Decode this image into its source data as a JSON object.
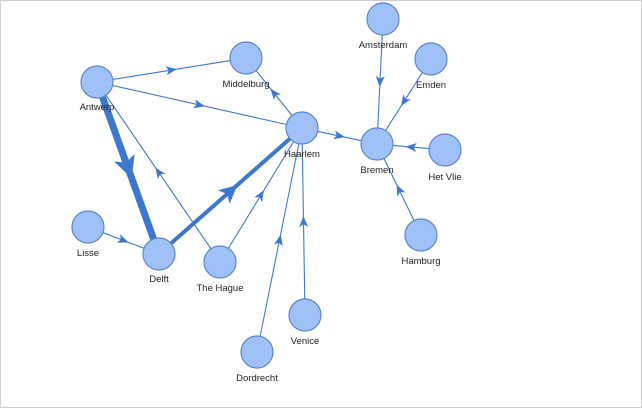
{
  "graph": {
    "colors": {
      "node_fill": "#9fc1f7",
      "node_stroke": "#5b86c8",
      "edge": "#3d78d0",
      "label": "#222222"
    },
    "nodes": [
      {
        "id": "antwerp",
        "label": "Antwerp"
      },
      {
        "id": "middelburg",
        "label": "Middelburg"
      },
      {
        "id": "haarlem",
        "label": "Haarlem"
      },
      {
        "id": "amsterdam",
        "label": "Amsterdam"
      },
      {
        "id": "emden",
        "label": "Emden"
      },
      {
        "id": "bremen",
        "label": "Bremen"
      },
      {
        "id": "hetvlie",
        "label": "Het Vlie"
      },
      {
        "id": "hamburg",
        "label": "Hamburg"
      },
      {
        "id": "lisse",
        "label": "Lisse"
      },
      {
        "id": "delft",
        "label": "Delft"
      },
      {
        "id": "thehague",
        "label": "The Hague"
      },
      {
        "id": "venice",
        "label": "Venice"
      },
      {
        "id": "dordrecht",
        "label": "Dordrecht"
      }
    ],
    "edges": [
      {
        "from": "antwerp",
        "to": "middelburg",
        "weight": 1
      },
      {
        "from": "antwerp",
        "to": "haarlem",
        "weight": 1
      },
      {
        "from": "antwerp",
        "to": "delft",
        "weight": 8
      },
      {
        "from": "thehague",
        "to": "antwerp",
        "weight": 1
      },
      {
        "from": "haarlem",
        "to": "middelburg",
        "weight": 1
      },
      {
        "from": "haarlem",
        "to": "bremen",
        "weight": 1
      },
      {
        "from": "delft",
        "to": "haarlem",
        "weight": 4
      },
      {
        "from": "lisse",
        "to": "delft",
        "weight": 1
      },
      {
        "from": "thehague",
        "to": "haarlem",
        "weight": 1
      },
      {
        "from": "dordrecht",
        "to": "haarlem",
        "weight": 1
      },
      {
        "from": "venice",
        "to": "haarlem",
        "weight": 1
      },
      {
        "from": "amsterdam",
        "to": "bremen",
        "weight": 1
      },
      {
        "from": "emden",
        "to": "bremen",
        "weight": 1
      },
      {
        "from": "hetvlie",
        "to": "bremen",
        "weight": 1
      },
      {
        "from": "hamburg",
        "to": "bremen",
        "weight": 1
      }
    ]
  }
}
